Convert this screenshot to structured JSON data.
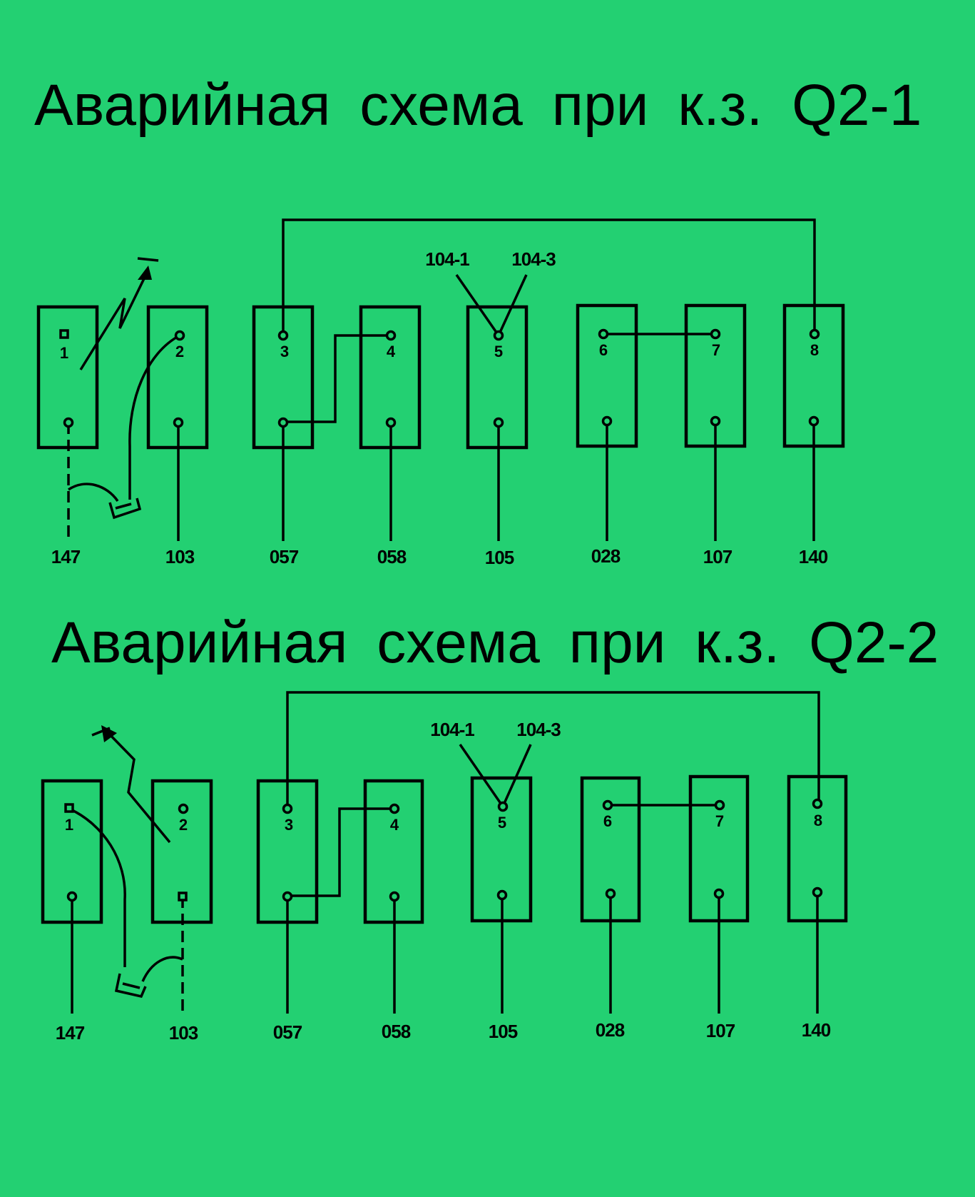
{
  "palette": {
    "background": "#23d072",
    "ink": "#000000"
  },
  "schemes": [
    {
      "title": "Аварийная  схема  при  к.з.  Q2-1",
      "blocks": [
        "1",
        "2",
        "3",
        "4",
        "5",
        "6",
        "7",
        "8"
      ],
      "bottom_terminals": [
        "147",
        "103",
        "057",
        "058",
        "105",
        "028",
        "107",
        "140"
      ],
      "top_terminals": [
        "104-1",
        "104-3"
      ]
    },
    {
      "title": "Аварийная  схема  при  к.з.  Q2-2",
      "blocks": [
        "1",
        "2",
        "3",
        "4",
        "5",
        "6",
        "7",
        "8"
      ],
      "bottom_terminals": [
        "147",
        "103",
        "057",
        "058",
        "105",
        "028",
        "107",
        "140"
      ],
      "top_terminals": [
        "104-1",
        "104-3"
      ]
    }
  ]
}
